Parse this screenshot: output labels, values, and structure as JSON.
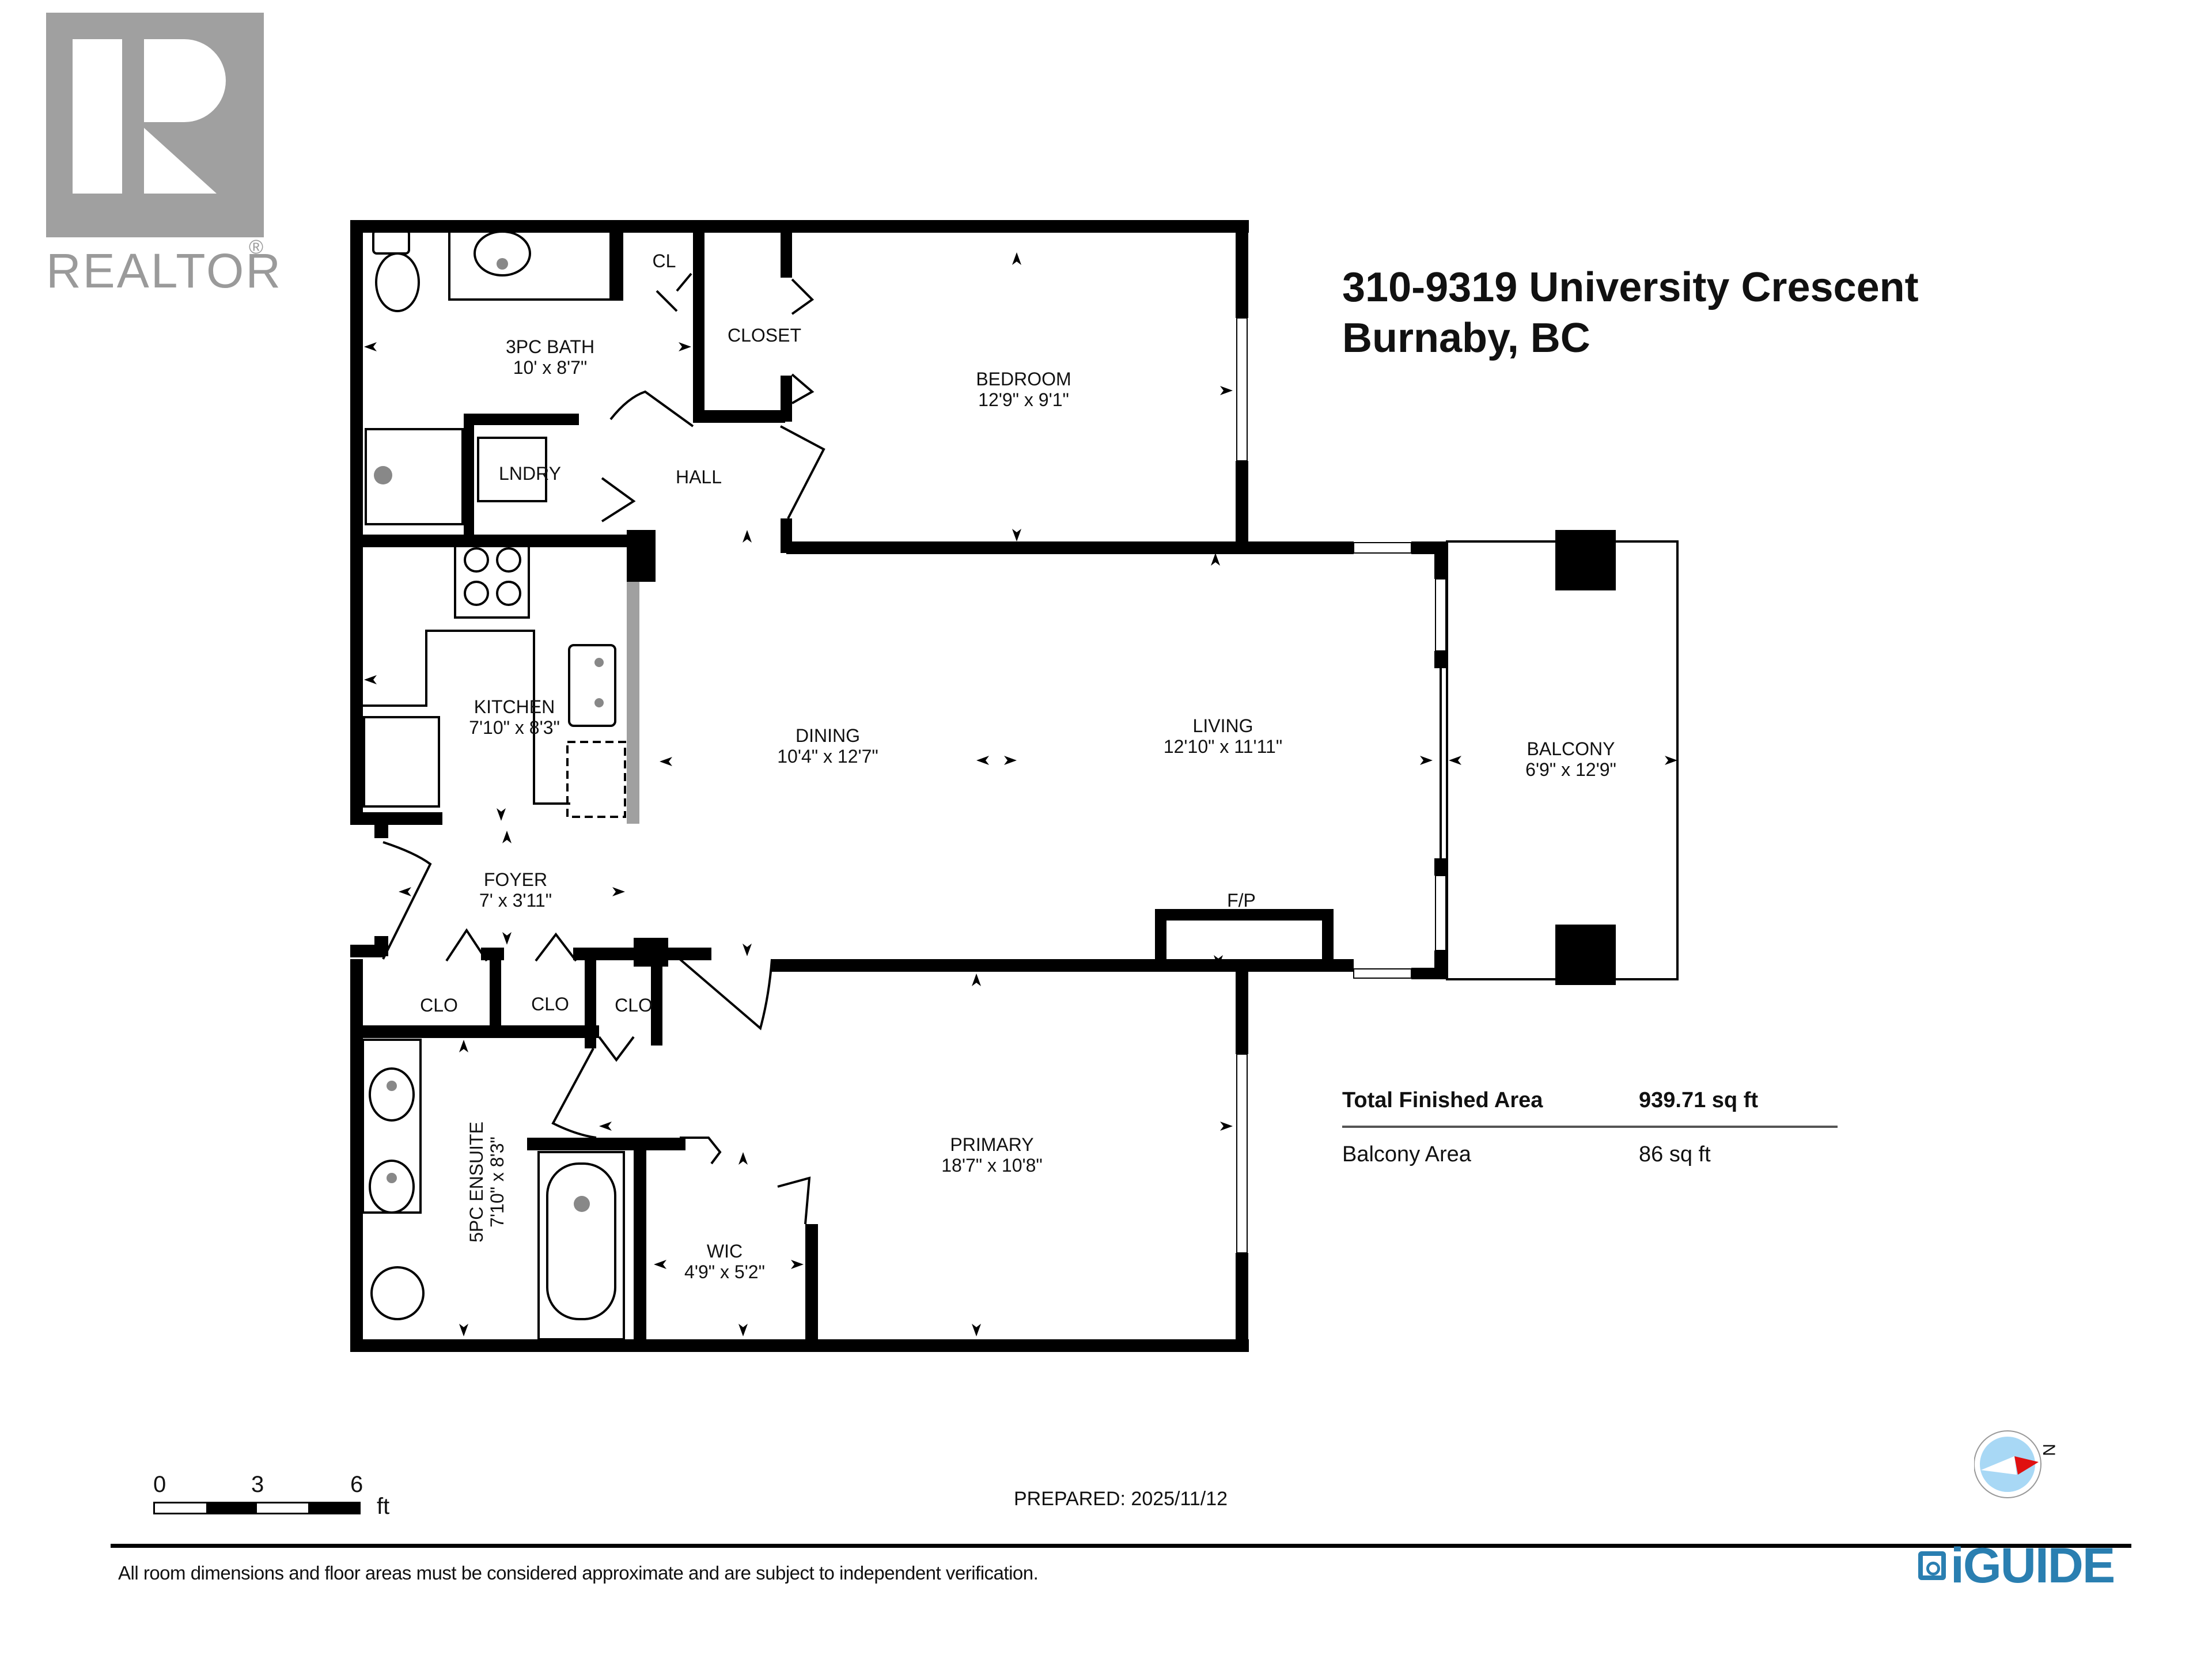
{
  "branding": {
    "realtor_logo_text": "REALTOR",
    "realtor_reg_mark": "®",
    "iguide_logo_text": "iGUIDE"
  },
  "header": {
    "address_line1": "310-9319 University Crescent",
    "address_line2": "Burnaby, BC"
  },
  "rooms": [
    {
      "name": "3PC BATH",
      "dims": "10' x 8'7\""
    },
    {
      "name": "CL",
      "dims": ""
    },
    {
      "name": "CLOSET",
      "dims": ""
    },
    {
      "name": "BEDROOM",
      "dims": "12'9\" x 9'1\""
    },
    {
      "name": "LNDRY",
      "dims": ""
    },
    {
      "name": "HALL",
      "dims": ""
    },
    {
      "name": "KITCHEN",
      "dims": "7'10\" x 8'3\""
    },
    {
      "name": "DINING",
      "dims": "10'4\" x 12'7\""
    },
    {
      "name": "LIVING",
      "dims": "12'10\" x 11'11\""
    },
    {
      "name": "BALCONY",
      "dims": "6'9\" x 12'9\""
    },
    {
      "name": "FOYER",
      "dims": "7' x 3'11\""
    },
    {
      "name": "F/P",
      "dims": ""
    },
    {
      "name": "CLO",
      "dims": ""
    },
    {
      "name": "CLO",
      "dims": ""
    },
    {
      "name": "CLO",
      "dims": ""
    },
    {
      "name": "5PC ENSUITE",
      "dims": "7'10\" x 8'3\""
    },
    {
      "name": "PRIMARY",
      "dims": "18'7\" x 10'8\""
    },
    {
      "name": "WIC",
      "dims": "4'9\" x 5'2\""
    }
  ],
  "areas": {
    "total_label": "Total Finished Area",
    "total_value": "939.71 sq ft",
    "balcony_label": "Balcony Area",
    "balcony_value": "86 sq ft"
  },
  "scale_bar": {
    "ticks": [
      "0",
      "3",
      "6"
    ],
    "unit": "ft"
  },
  "prepared": "PREPARED: 2025/11/12",
  "compass": {
    "label": "N",
    "needle_color": "#e01010",
    "face_color": "#a8d8f5"
  },
  "disclaimer": "All room dimensions and floor areas must be considered approximate and are subject to independent verification.",
  "colors": {
    "wall": "#000000",
    "iguide_blue": "#2a7fb1",
    "realtor_gray": "#a0a0a0"
  }
}
